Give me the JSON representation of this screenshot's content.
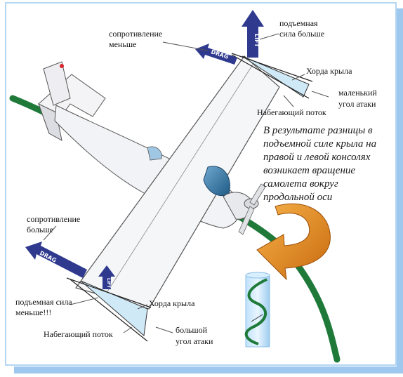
{
  "labels": {
    "drag_less": [
      "сопротивление",
      "меньше"
    ],
    "lift_more": [
      "подъемная",
      "сила больше"
    ],
    "chord_right": "Хорда крыла",
    "small_aoa": [
      "маленький",
      "угол атаки"
    ],
    "flow_right": "Набегающий поток",
    "drag_more": [
      "сопротивление",
      "больше"
    ],
    "lift_less": [
      "подъемная сила",
      "меньше!!!"
    ],
    "chord_left": "Хорда крыла",
    "flow_left": "Набегающий поток",
    "big_aoa": [
      "большой",
      "угол атаки"
    ]
  },
  "arrows": {
    "drag": "DRAG",
    "lift": "LIFT"
  },
  "note": [
    "В результате разницы в",
    "подъемной силе крыла на",
    "правой и левой консолях",
    "возникает вращение",
    "самолета вокруг",
    "продольной оси"
  ],
  "colors": {
    "border": "#9ec8ee",
    "arrow": "#2f3a8f",
    "wedge": "#cfe9f7",
    "trail": "#1f7a3a",
    "rotation": "#e8891d",
    "canopy": "#2c6c96"
  }
}
